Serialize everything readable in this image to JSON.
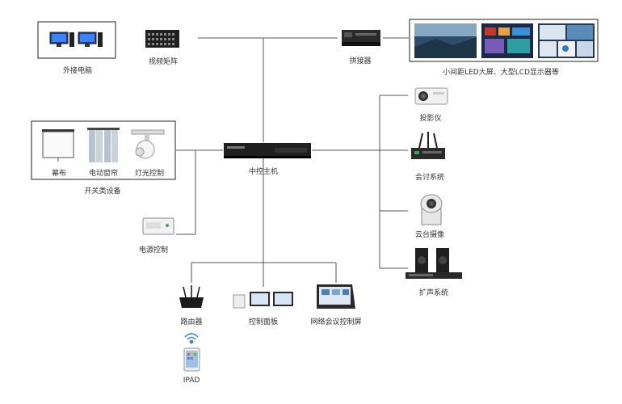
{
  "nodes": {
    "external_pc": "外接电脑",
    "video_matrix": "视频矩阵",
    "splicer": "拼接器",
    "display_wall": "小间距LED大屏、大型LCD显示器等",
    "projector": "投影仪",
    "screen": "幕布",
    "curtain": "电动窗帘",
    "light": "灯光控制",
    "switch_group": "开关类设备",
    "central_host": "中控主机",
    "conference": "会讨系统",
    "ptz_camera": "云台摄像",
    "power_control": "电源控制",
    "pa_system": "扩声系统",
    "router": "路由器",
    "control_panel": "控制面板",
    "network_control_screen": "网络会议控制屏",
    "ipad": "IPAD"
  },
  "colors": {
    "line": "#555555",
    "device_dark": "#1f1f1f",
    "accent_green": "#2fa84f",
    "wifi_blue": "#2a7fd4"
  }
}
